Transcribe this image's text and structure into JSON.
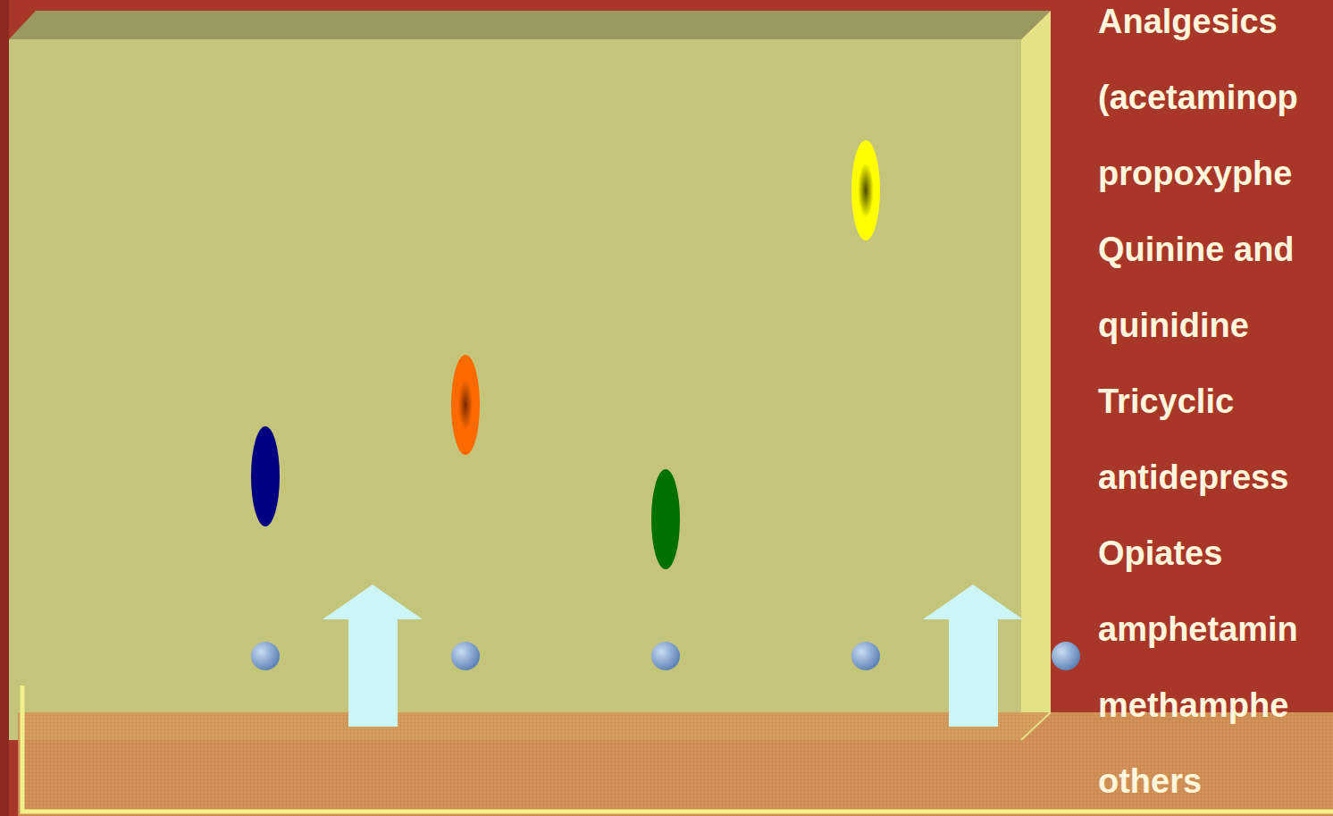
{
  "diagram": {
    "labels": [
      "Analgesics",
      "(acetaminop",
      "propoxyphe",
      "Quinine and",
      "quinidine",
      "Tricyclic",
      "antidepress",
      "Opiates",
      "amphetamin",
      "methamphe",
      "others"
    ]
  }
}
